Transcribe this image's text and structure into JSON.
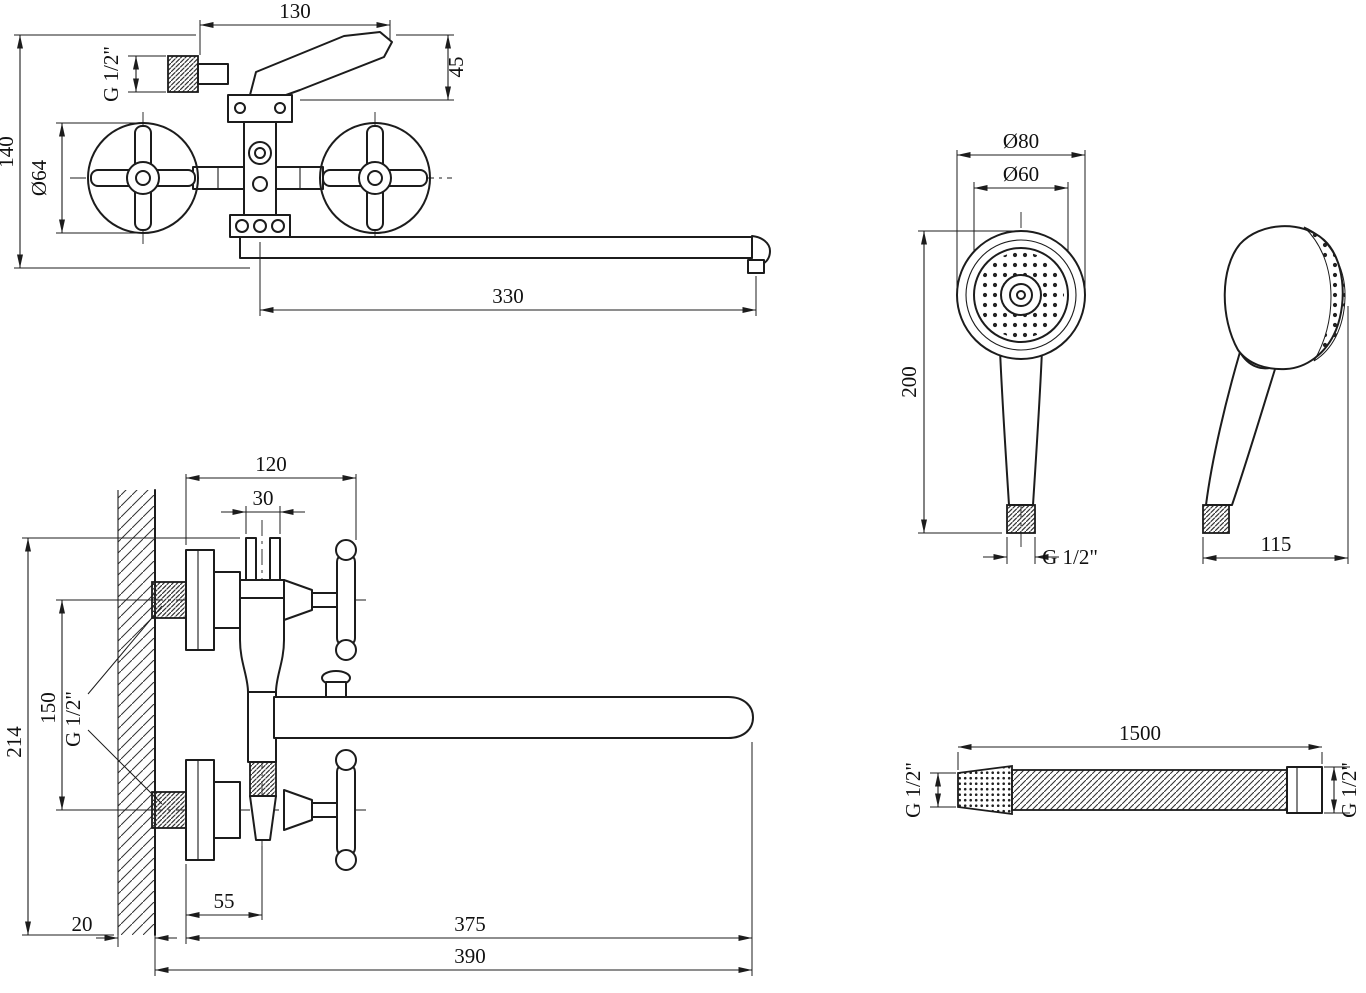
{
  "background": "#ffffff",
  "line_color": "#1c1c1c",
  "views": {
    "faucet_front": {
      "lever_length": "130",
      "lever_height": "45",
      "inlet_thread": "G 1/2\"",
      "handwheel_diameter": "Ø64",
      "body_height": "140",
      "spout_length": "330"
    },
    "faucet_side": {
      "depth": "120",
      "fork_width": "30",
      "inlet_thread": "G 1/2\"",
      "total_height": "214",
      "inlet_spacing": "150",
      "wall_thickness": "20",
      "body_offset": "55",
      "spout_reach": "375",
      "total_reach": "390"
    },
    "handshower_front": {
      "head_outer_diameter": "Ø80",
      "face_diameter": "Ø60",
      "length": "200",
      "thread": "G 1/2\""
    },
    "handshower_side": {
      "depth": "115"
    },
    "hose": {
      "length": "1500",
      "thread_left": "G 1/2\"",
      "thread_right": "G 1/2\""
    }
  }
}
